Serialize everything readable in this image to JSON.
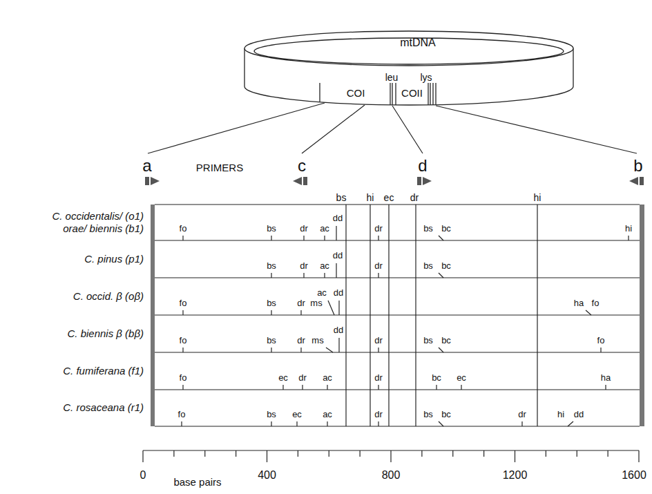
{
  "diagram": {
    "nodes": [
      {
        "text": [
          "mtDNA"
        ]
      },
      {
        "text": [
          "COI"
        ],
        "in": 0
      },
      {
        "text": [
          "COII"
        ],
        "in": 0
      }
    ],
    "labels": [
      "leu",
      "lys",
      "a",
      "PRIMERS",
      "c",
      "d",
      "b",
      "bs",
      "hi",
      "ec",
      "dr",
      "hi",
      "C. occidentalis/ (o1)",
      "orae/ biennis (b1)",
      "dd",
      "fo",
      "bs",
      "dr",
      "ac",
      "dr",
      "bs",
      "bc",
      "hi",
      "C. pinus (p1)",
      "dd",
      "bs",
      "dr",
      "ac",
      "dr",
      "bs",
      "bc",
      "C. occid. β (oβ)",
      "ac",
      "dd",
      "fo",
      "bs",
      "dr",
      "ms",
      "ha",
      "fo",
      "C. biennis β (bβ)",
      "dd",
      "fo",
      "bs",
      "dr",
      "ms",
      "dr",
      "bs",
      "bc",
      "fo",
      "C. fumiferana (f1)",
      "fo",
      "ec",
      "dr",
      "ac",
      "dr",
      "bc",
      "ec",
      "ha",
      "C. rosaceana (r1)",
      "fo",
      "bs",
      "ec",
      "ac",
      "dr",
      "bs",
      "bc",
      "dr",
      "hi",
      "dd",
      "0",
      "400",
      "800",
      "1200",
      "1600",
      "base pairs"
    ]
  }
}
